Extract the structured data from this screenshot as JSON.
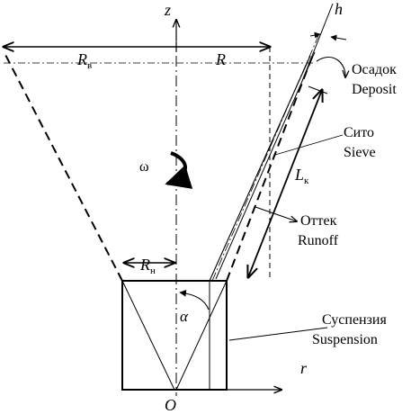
{
  "axes": {
    "z": "z",
    "r": "r",
    "h": "h"
  },
  "origin": "O",
  "radius_outer": {
    "base": "R",
    "sub": "в"
  },
  "radius": "R",
  "radius_inner": {
    "base": "R",
    "sub": "н"
  },
  "length": {
    "base": "L",
    "sub": "к"
  },
  "angle": "α",
  "omega": "ω",
  "labels": {
    "deposit_ru": "Осадок",
    "deposit_en": "Deposit",
    "sieve_ru": "Сито",
    "sieve_en": "Sieve",
    "runoff_ru": "Оттек",
    "runoff_en": "Runoff",
    "suspension_ru": "Суспензия",
    "suspension_en": "Suspension"
  }
}
